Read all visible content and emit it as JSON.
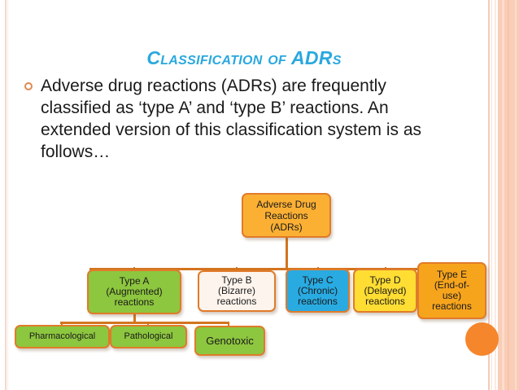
{
  "slide": {
    "title": "Classification of ADRs",
    "body_text": "Adverse drug reactions (ADRs) are frequently classified as ‘type A’ and ‘type B’ reactions. An extended version of this classification system is as follows…",
    "bullet_icon": "hollow-circle-bullet"
  },
  "colors": {
    "title_blue": "#29a8de",
    "node_border_orange": "#e07b2a",
    "connector_orange": "#d3741f",
    "root_orange": "#fbb034",
    "green": "#8dc63f",
    "cream": "#fdf4ed",
    "cyan": "#29abe2",
    "yellow": "#ffdd33",
    "orange": "#f7a41d",
    "edge_band_salmon": "#f9cdb7",
    "accent_dot_orange": "#f5862c"
  },
  "diagram": {
    "root": {
      "label": "Adverse Drug Reactions (ADRs)",
      "line1": "Adverse Drug",
      "line2": "Reactions",
      "line3": "(ADRs)",
      "color": "#fbb034"
    },
    "tier2": [
      {
        "id": "type-a",
        "line1": "Type A",
        "line2": "(Augmented)",
        "line3": "reactions",
        "color": "#8dc63f"
      },
      {
        "id": "type-b",
        "line1": "Type B",
        "line2": "(Bizarre)",
        "line3": "reactions",
        "color": "#fdf4ed"
      },
      {
        "id": "type-c",
        "line1": "Type C",
        "line2": "(Chronic)",
        "line3": "reactions",
        "color": "#29abe2"
      },
      {
        "id": "type-d",
        "line1": "Type D",
        "line2": "(Delayed)",
        "line3": "reactions",
        "color": "#ffdd33"
      },
      {
        "id": "type-e",
        "line1": "Type E",
        "line2": "(End-of-",
        "line3": "use)",
        "line4": "reactions",
        "color": "#f7a41d"
      }
    ],
    "tier3": [
      {
        "id": "pharmacological",
        "label": "Pharmacological",
        "color": "#8dc63f"
      },
      {
        "id": "pathological",
        "label": "Pathological",
        "color": "#8dc63f"
      },
      {
        "id": "genotoxic",
        "label": "Genotoxic",
        "color": "#8dc63f"
      }
    ]
  }
}
